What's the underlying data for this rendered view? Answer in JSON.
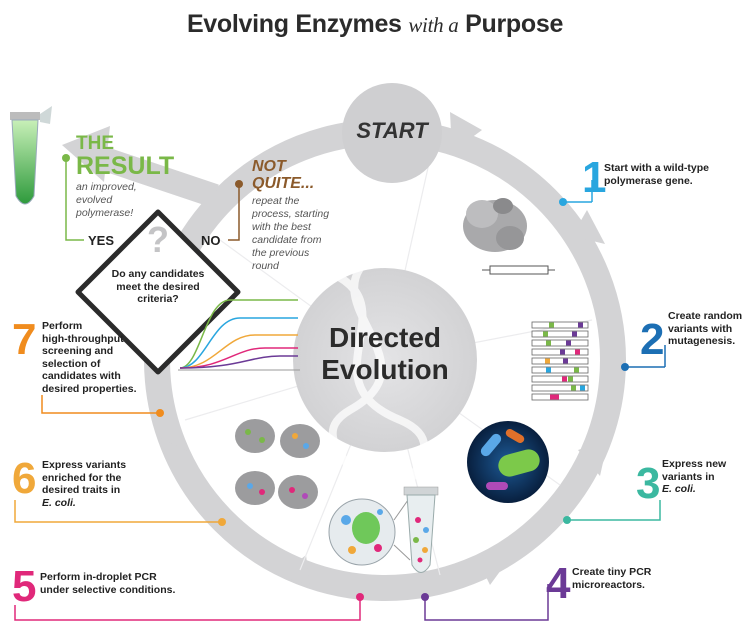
{
  "title": {
    "part1": "Evolving Enzymes",
    "part2": "with a",
    "part3": "Purpose"
  },
  "start_label": "START",
  "center": {
    "line1": "Directed",
    "line2": "Evolution"
  },
  "result": {
    "the": "THE",
    "result": "RESULT",
    "desc1": "an improved,",
    "desc2": "evolved",
    "desc3": "polymerase!"
  },
  "not_quite": {
    "line1": "NOT",
    "line2": "QUITE...",
    "desc1": "repeat the",
    "desc2": "process, starting",
    "desc3": "with the best",
    "desc4": "candidate from",
    "desc5": "the previous",
    "desc6": "round"
  },
  "decision": {
    "symbol": "?",
    "line1": "Do any candidates",
    "line2": "meet the desired",
    "line3": "criteria?",
    "yes": "YES",
    "no": "NO"
  },
  "steps": [
    {
      "num": "1",
      "lines": [
        "Start with a wild-type",
        "polymerase gene."
      ],
      "color": "#29a6df"
    },
    {
      "num": "2",
      "lines": [
        "Create random",
        "variants with",
        "mutagenesis."
      ],
      "color": "#1c6fb4"
    },
    {
      "num": "3",
      "lines": [
        "Express new",
        "variants in"
      ],
      "italic": "E. coli.",
      "color": "#3bb8a0"
    },
    {
      "num": "4",
      "lines": [
        "Create tiny PCR",
        "microreactors."
      ],
      "color": "#6b3a96"
    },
    {
      "num": "5",
      "lines": [
        "Perform in-droplet PCR",
        "under selective conditions."
      ],
      "color": "#e0287a"
    },
    {
      "num": "6",
      "lines": [
        "Express variants",
        "enriched for the",
        "desired traits in"
      ],
      "italic": "E. coli.",
      "color": "#f0a83a"
    },
    {
      "num": "7",
      "lines": [
        "Perform",
        "high-throughput",
        "screening and",
        "selection of",
        "candidates with",
        "desired properties."
      ],
      "color": "#f08c1e"
    }
  ],
  "colors": {
    "arrow": "#d3d3d5",
    "result_green": "#7ab848",
    "not_quite_brown": "#8b5a2b",
    "title": "#2b2b2b"
  }
}
